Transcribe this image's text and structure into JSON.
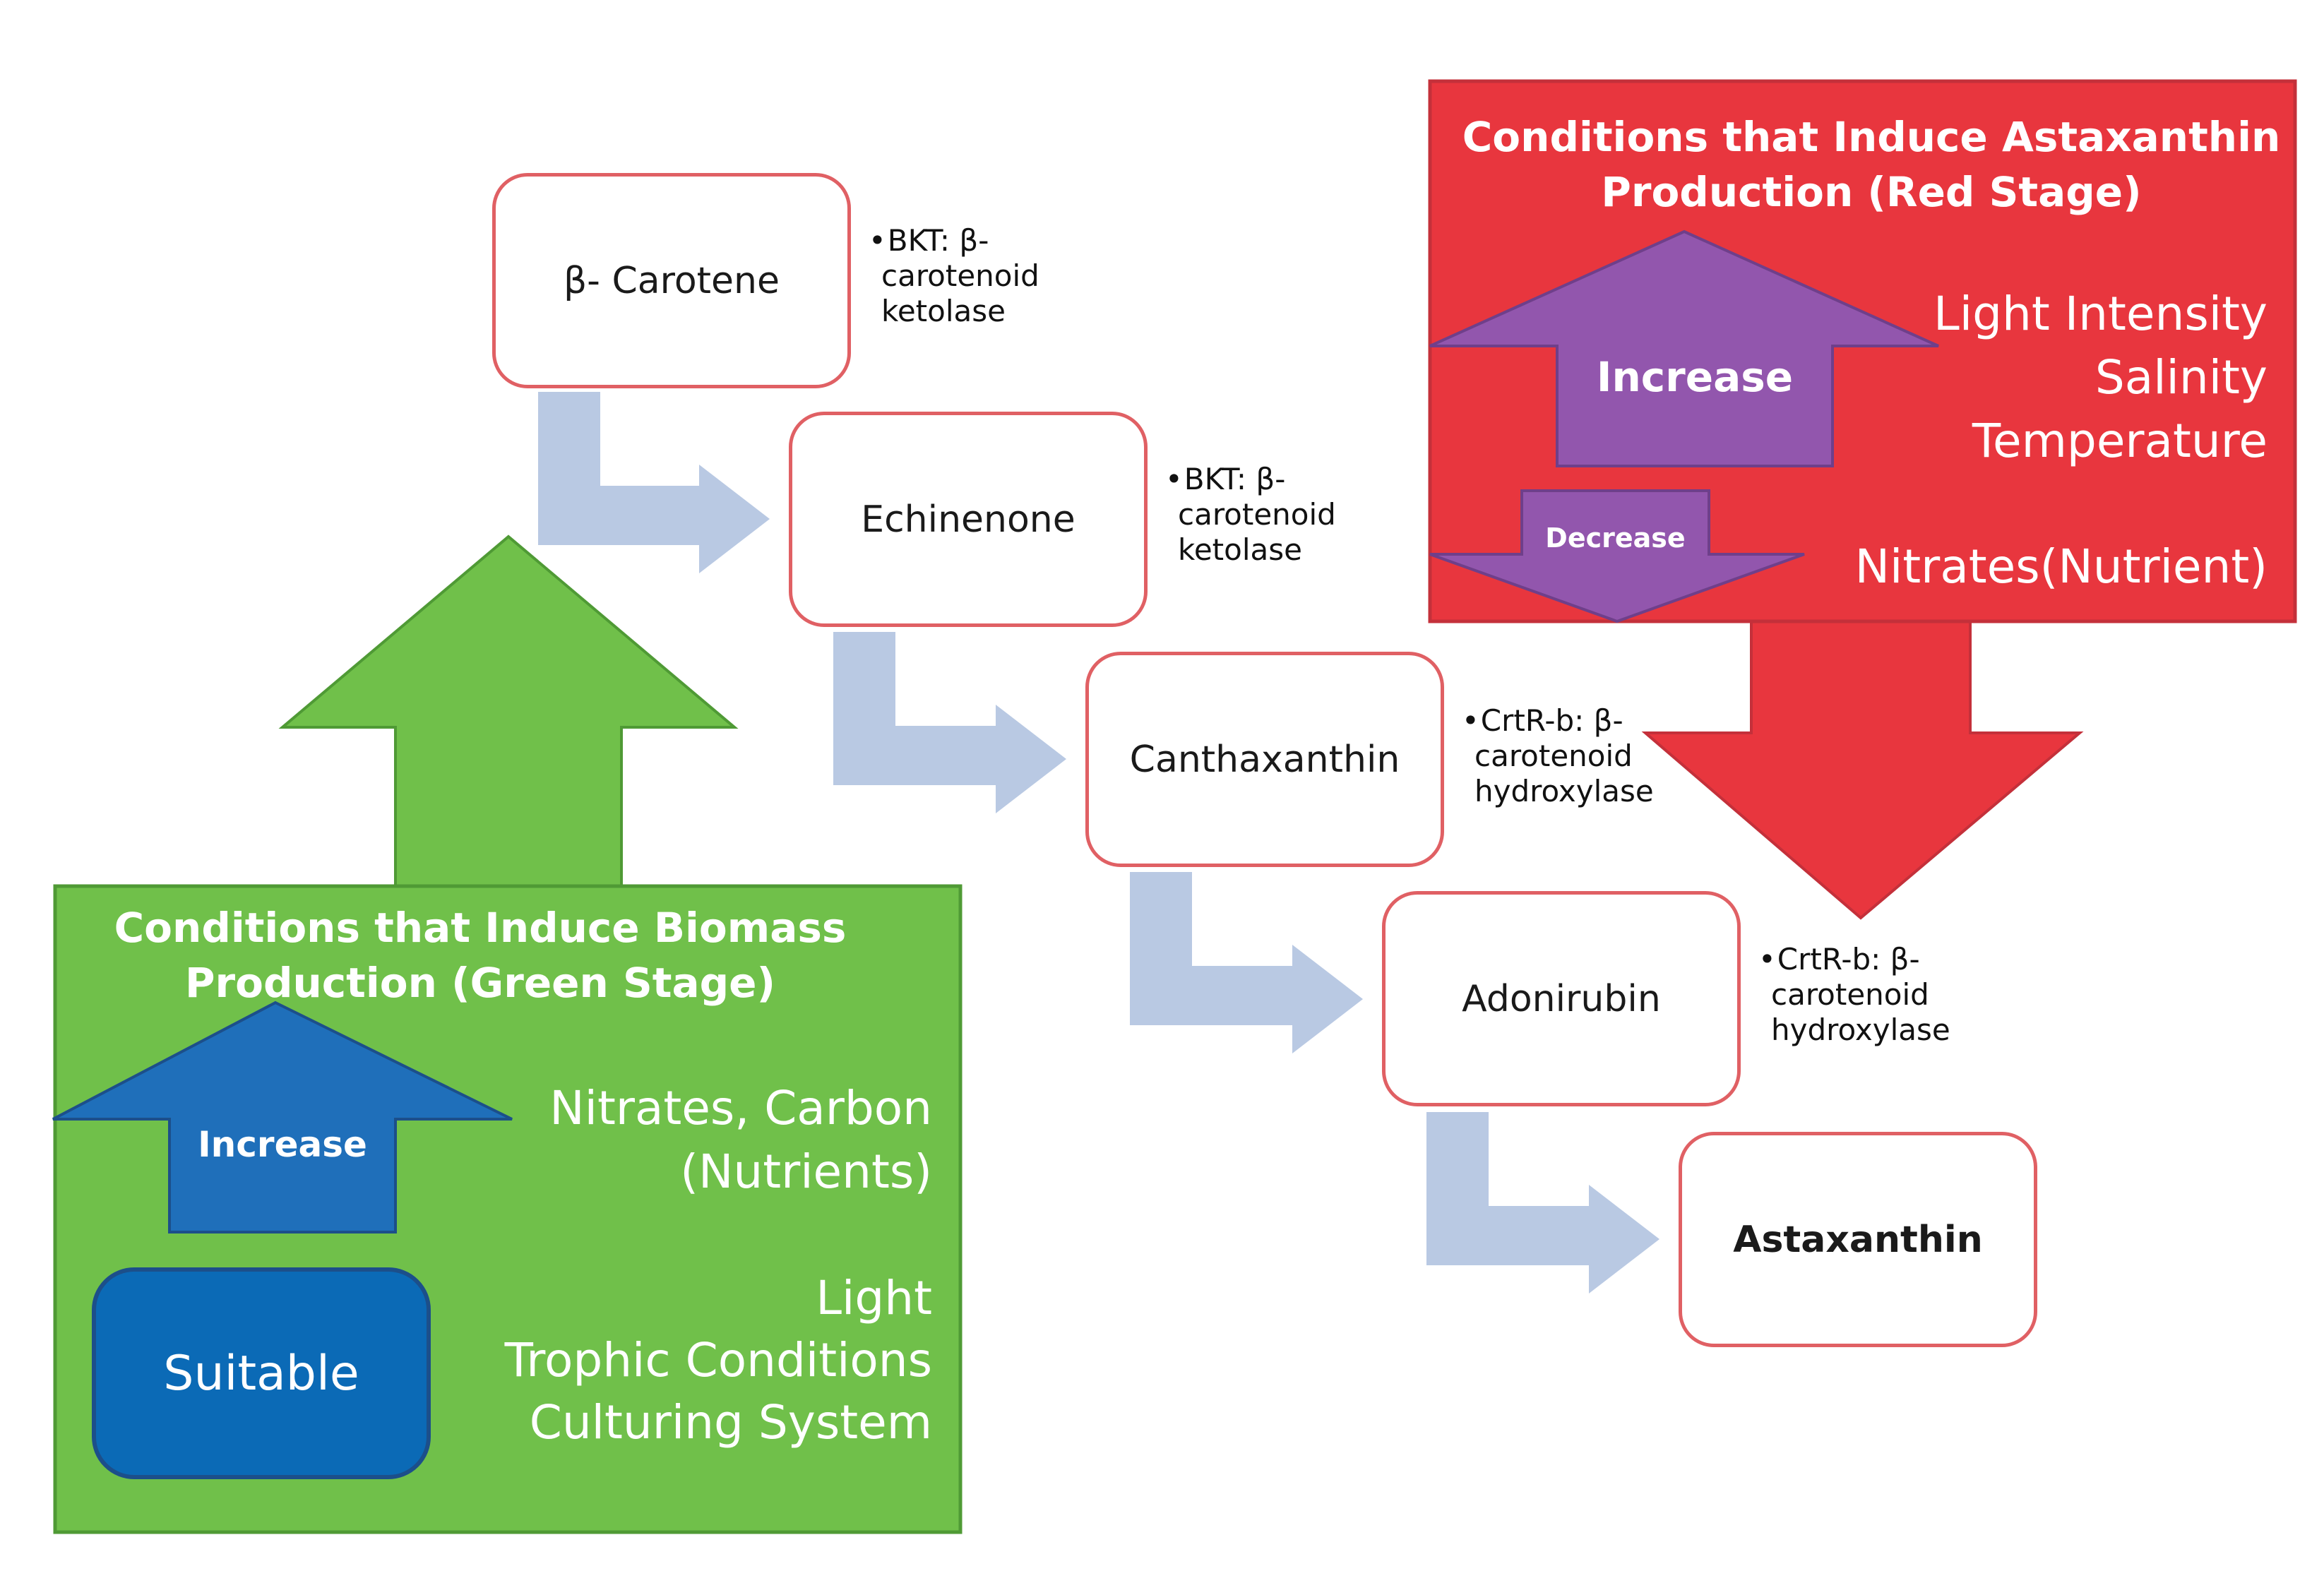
{
  "pathway": {
    "nodes": [
      {
        "label": "β- Carotene"
      },
      {
        "label": "Echinenone"
      },
      {
        "label": "Canthaxanthin"
      },
      {
        "label": "Adonirubin"
      },
      {
        "label": "Astaxanthin"
      }
    ],
    "enzymes": [
      {
        "lines": [
          "BKT: β-",
          "carotenoid",
          "ketolase"
        ]
      },
      {
        "lines": [
          "BKT: β-",
          "carotenoid",
          "ketolase"
        ]
      },
      {
        "lines": [
          "CrtR-b: β-",
          "carotenoid",
          "hydroxylase"
        ]
      },
      {
        "lines": [
          "CrtR-b: β-",
          "carotenoid",
          "hydroxylase"
        ]
      }
    ]
  },
  "green_stage": {
    "title_line1": "Conditions that Induce Biomass",
    "title_line2": "Production (Green Stage)",
    "increase_label": "Increase",
    "increase_items": [
      "Nitrates, Carbon",
      "(Nutrients)"
    ],
    "suitable_label": "Suitable",
    "suitable_items": [
      "Light",
      "Trophic Conditions",
      "Culturing System"
    ]
  },
  "red_stage": {
    "title_line1": "Conditions that Induce Astaxanthin",
    "title_line2": "Production (Red Stage)",
    "increase_label": "Increase",
    "increase_items": [
      "Light Intensity",
      "Salinity",
      "Temperature"
    ],
    "decrease_label": "Decrease",
    "decrease_items": [
      "Nitrates(Nutrient)"
    ]
  },
  "colors": {
    "green_box": "#70c04a",
    "red_box": "#e8363e",
    "blue_arrow": "#1f6fba",
    "purple_arrow": "#9256ad",
    "pathway_arrow": "#b9c9e3",
    "node_border": "#e06064"
  }
}
